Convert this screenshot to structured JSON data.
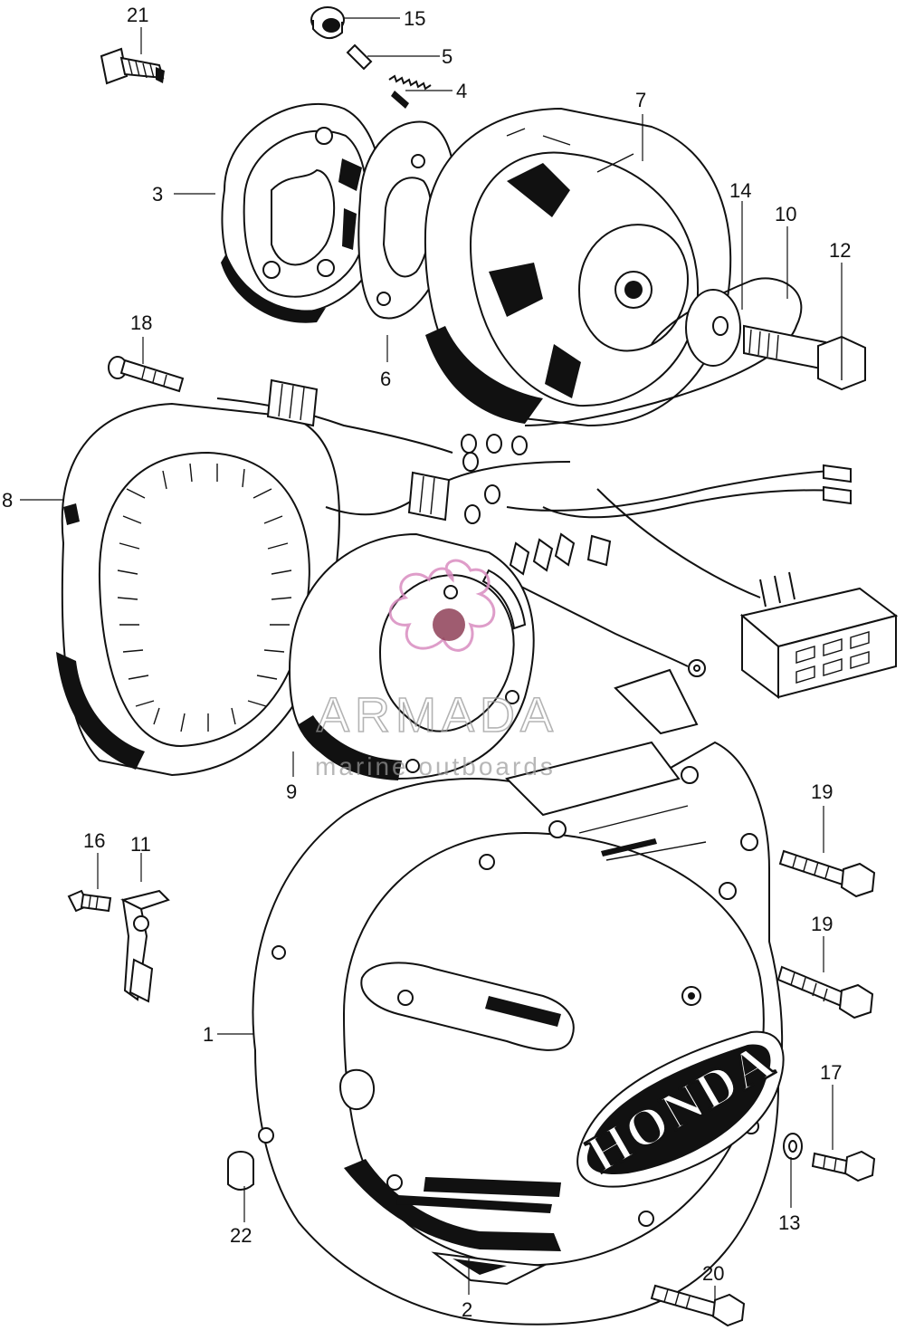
{
  "diagram": {
    "parts": [
      {
        "id": "p1",
        "label": "1"
      },
      {
        "id": "p2",
        "label": "2"
      },
      {
        "id": "p3",
        "label": "3"
      },
      {
        "id": "p4",
        "label": "4"
      },
      {
        "id": "p5",
        "label": "5"
      },
      {
        "id": "p6",
        "label": "6"
      },
      {
        "id": "p7",
        "label": "7"
      },
      {
        "id": "p8",
        "label": "8"
      },
      {
        "id": "p9",
        "label": "9"
      },
      {
        "id": "p10",
        "label": "10"
      },
      {
        "id": "p11",
        "label": "11"
      },
      {
        "id": "p12",
        "label": "12"
      },
      {
        "id": "p13",
        "label": "13"
      },
      {
        "id": "p14",
        "label": "14"
      },
      {
        "id": "p15",
        "label": "15"
      },
      {
        "id": "p16",
        "label": "16"
      },
      {
        "id": "p17",
        "label": "17"
      },
      {
        "id": "p18",
        "label": "18"
      },
      {
        "id": "p19a",
        "label": "19"
      },
      {
        "id": "p19b",
        "label": "19"
      },
      {
        "id": "p20",
        "label": "20"
      },
      {
        "id": "p21",
        "label": "21"
      },
      {
        "id": "p22",
        "label": "22"
      }
    ],
    "cover_brand": "HONDA"
  },
  "watermark": {
    "title": "ARMADA",
    "subtitle": "marine outboards",
    "logo_color": "#d98cc0"
  },
  "colors": {
    "line": "#111111",
    "background": "#ffffff",
    "watermark_text": "#9a9a9a"
  }
}
